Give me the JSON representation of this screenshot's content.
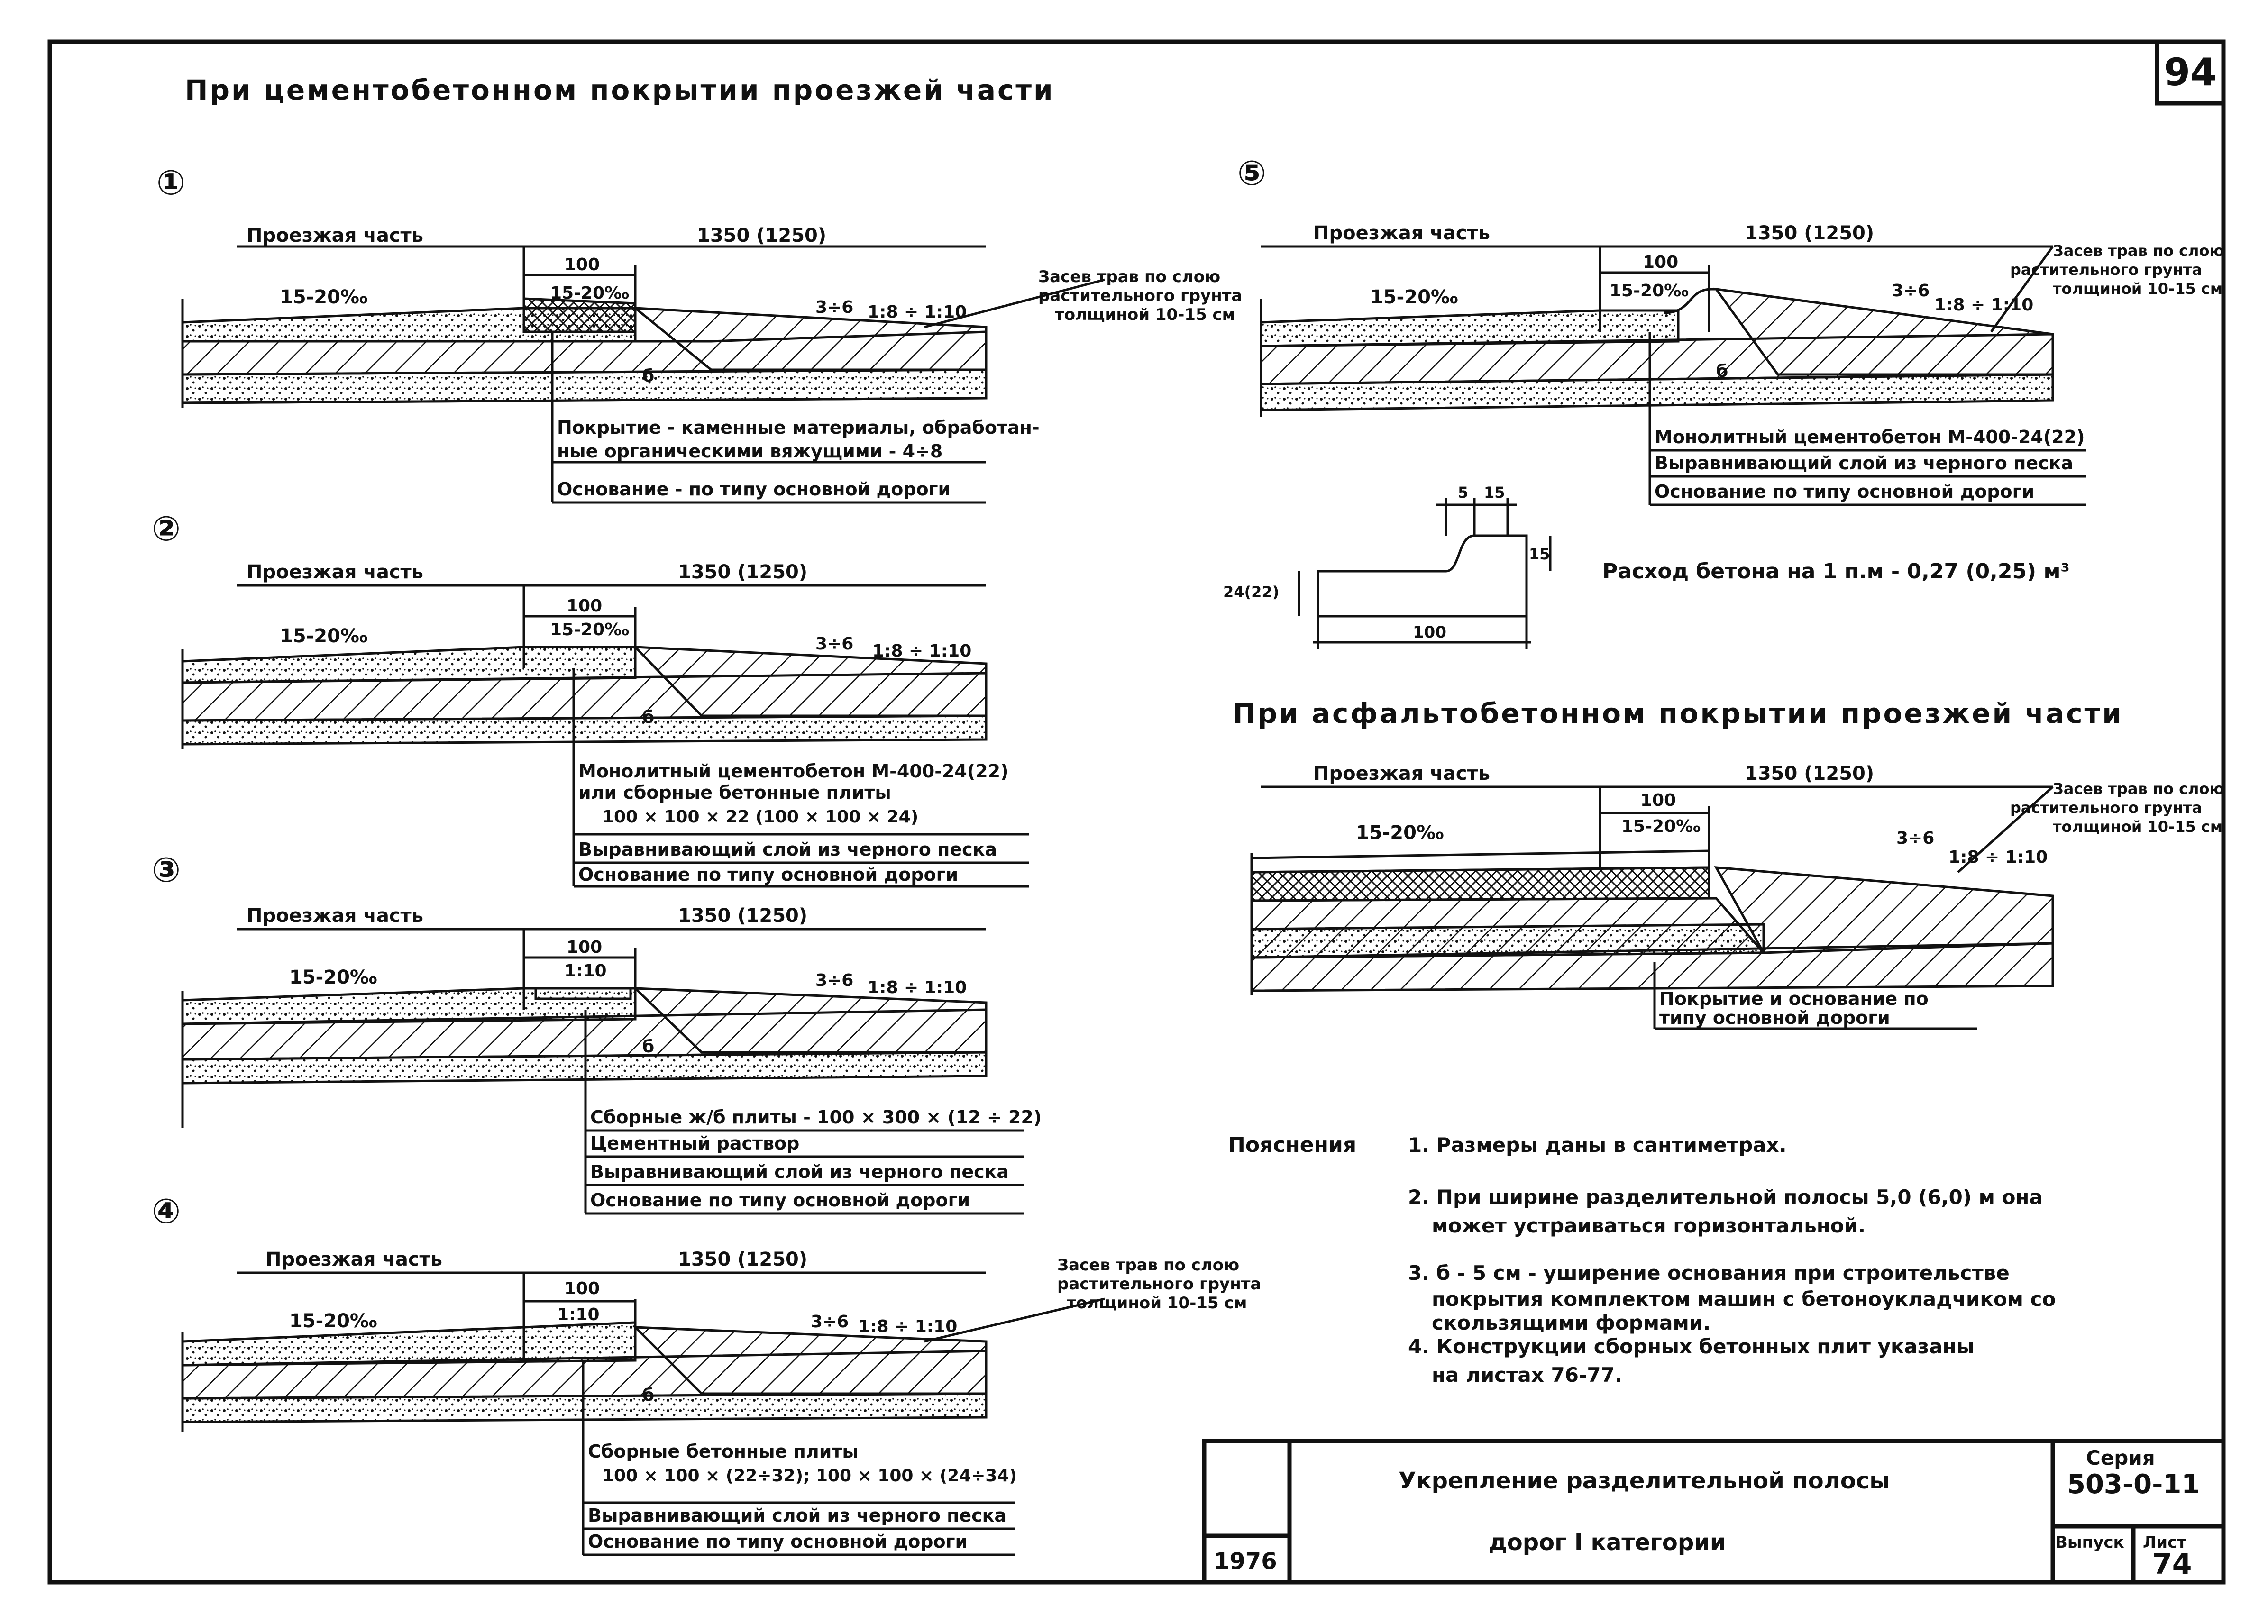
{
  "sheet": {
    "number": "94",
    "main_title": "При цементобетонном покрытии проезжей части",
    "asphalt_title": "При асфальтобетонном покрытии проезжей части"
  },
  "common": {
    "carriageway": "Проезжая часть",
    "width": "1350 (1250)",
    "strip": "100",
    "cross_slope": "15-20‰",
    "drop": "3÷6",
    "slope": "1:8 ÷ 1:10",
    "b": "б",
    "grass_note_1": "Засев трав по слою",
    "grass_note_2": "растительного грунта",
    "grass_note_3": "толщиной 10-15 см"
  },
  "details": {
    "d1": {
      "number": "①",
      "layers": [
        "Покрытие - каменные материалы, обработан-",
        "ные органическими вяжущими - 4÷8",
        "Основание - по типу основной дороги"
      ]
    },
    "d2": {
      "number": "②",
      "layers": [
        "Монолитный цементобетон М-400-24(22)",
        "или сборные бетонные плиты",
        "100 × 100 × 22 (100 × 100 × 24)",
        "Выравнивающий слой из черного песка",
        "Основание по типу основной дороги"
      ]
    },
    "d3": {
      "number": "③",
      "mini_slope": "1:10",
      "layers": [
        "Сборные ж/б плиты - 100 × 300 × (12 ÷ 22)",
        "Цементный раствор",
        "Выравнивающий слой из черного песка",
        "Основание по типу основной дороги"
      ]
    },
    "d4": {
      "number": "④",
      "mini_slope": "1:10",
      "layers": [
        "Сборные бетонные плиты",
        "100 × 100 × (22÷32); 100 × 100 × (24÷34)",
        "Выравнивающий слой из черного песка",
        "Основание по типу основной дороги"
      ]
    },
    "d5": {
      "number": "⑤",
      "layers": [
        "Монолитный цементобетон М-400-24(22)",
        "Выравнивающий слой из черного песка",
        "Основание по типу основной дороги"
      ]
    },
    "asphalt": {
      "layers": [
        "Покрытие и основание по",
        "типу основной дороги"
      ]
    }
  },
  "profile": {
    "dim_5": "5",
    "dim_15a": "15",
    "dim_15b": "15",
    "dim_24": "24(22)",
    "dim_100": "100",
    "consumption": "Расход бетона на 1 п.м - 0,27 (0,25) м³"
  },
  "notes": {
    "heading": "Пояснения",
    "items": [
      "1. Размеры даны в сантиметрах.",
      "2. При ширине разделительной полосы 5,0 (6,0) м она",
      "может устраиваться горизонтальной.",
      "3. б - 5 см - уширение основания при строительстве",
      "покрытия комплектом машин с бетоноукладчиком со",
      "скользящими формами.",
      "4. Конструкции сборных бетонных плит указаны",
      "на листах 76-77."
    ]
  },
  "title_block": {
    "title_1": "Укрепление разделительной полосы",
    "title_2": "дорог I категории",
    "series_label": "Серия",
    "series": "503-0-11",
    "year": "1976",
    "issue_label": "Выпуск",
    "sheet_label": "Лист",
    "sheet": "74"
  }
}
